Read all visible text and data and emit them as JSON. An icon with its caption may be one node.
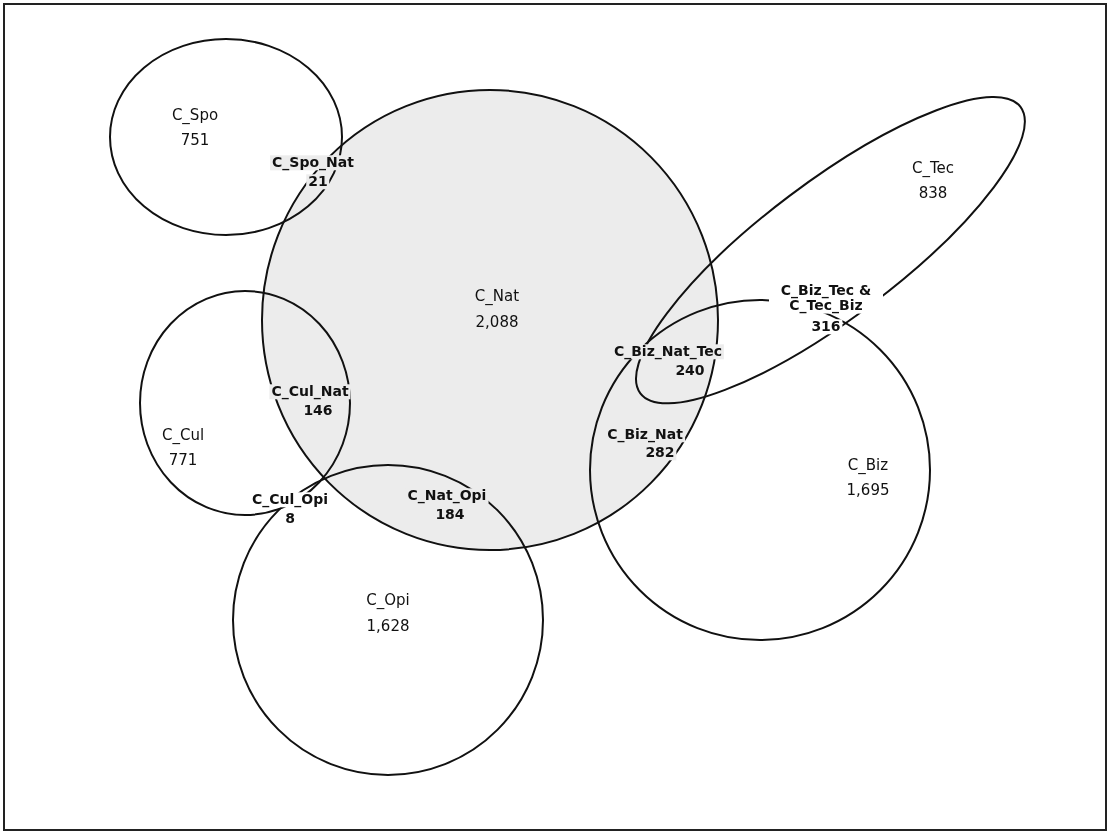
{
  "diagram": {
    "nodes": [
      {
        "text": [
          "C_Spo",
          "751"
        ]
      },
      {
        "text": [
          "C_Tec",
          "838"
        ]
      },
      {
        "text": [
          "C_Nat",
          "2,088"
        ]
      },
      {
        "text": [
          "C_Cul",
          "771"
        ]
      },
      {
        "text": [
          "C_Biz",
          "1,695"
        ]
      },
      {
        "text": [
          "C_Opi",
          "1,628"
        ]
      }
    ],
    "labels": [
      "C_Spo_Nat",
      "21",
      "C_Biz_Tec & C_Tec_Biz",
      "316",
      "C_Biz_Nat_Tec",
      "240",
      "C_Cul_Nat",
      "146",
      "C_Biz_Nat",
      "282",
      "C_Cul_Opi",
      "8",
      "C_Nat_Opi",
      "184"
    ]
  }
}
